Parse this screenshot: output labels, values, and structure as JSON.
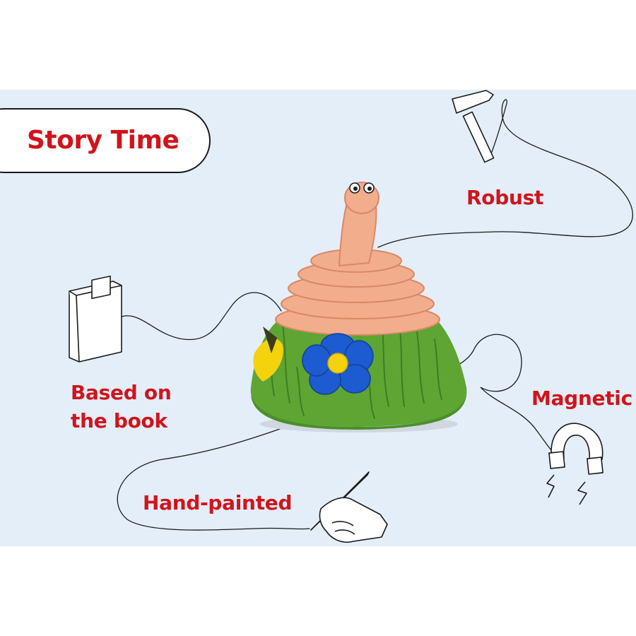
{
  "badge": {
    "label": "Story Time"
  },
  "features": {
    "robust": "Robust",
    "book_line1": "Based on",
    "book_line2": "the book",
    "magnetic": "Magnetic",
    "hand_painted": "Hand-painted"
  },
  "colors": {
    "panel_background": "#e3eef8",
    "accent_red": "#d0141c",
    "outline": "#1a1a1a",
    "worm_body": "#f1ad8c",
    "grass_green": "#5ea534",
    "flower_blue": "#1c5bd0",
    "flower_center": "#f4d20c"
  },
  "icons": [
    "hammer-icon",
    "book-icon",
    "magnet-icon",
    "hand-pencil-icon"
  ]
}
